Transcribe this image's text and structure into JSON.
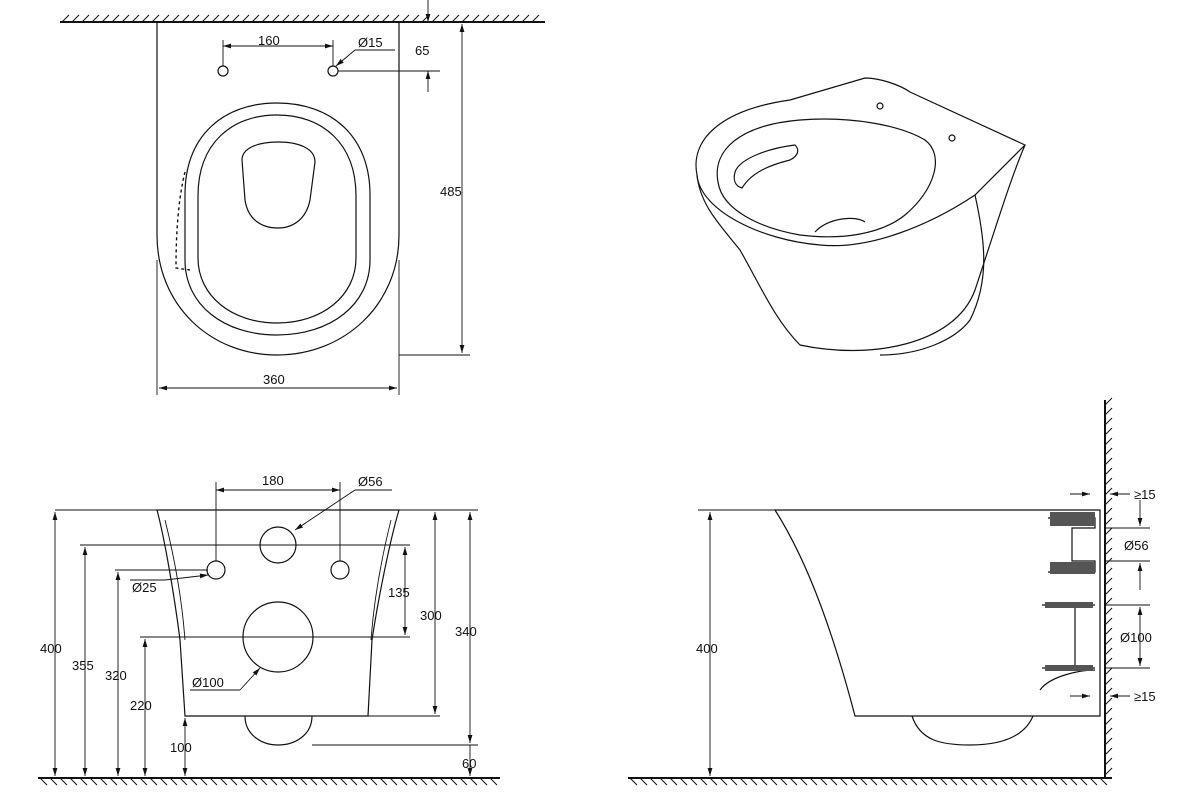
{
  "top_view": {
    "dim_hole_spacing": "160",
    "dim_hole_diameter": "Ø15",
    "dim_hole_offset": "65",
    "dim_length": "485",
    "dim_width": "360"
  },
  "front_view": {
    "dim_hole_spacing": "180",
    "dim_outlet_diameter": "Ø56",
    "dim_mount_hole_diameter": "Ø25",
    "dim_drain_diameter": "Ø100",
    "dim_135": "135",
    "dim_300": "300",
    "dim_340": "340",
    "dim_400": "400",
    "dim_355": "355",
    "dim_320": "320",
    "dim_220": "220",
    "dim_100": "100",
    "dim_60": "60"
  },
  "side_view": {
    "dim_height": "400",
    "dim_gap_top": "≥15",
    "dim_inlet_diameter": "Ø56",
    "dim_drain_diameter": "Ø100",
    "dim_gap_bottom": "≥15"
  }
}
